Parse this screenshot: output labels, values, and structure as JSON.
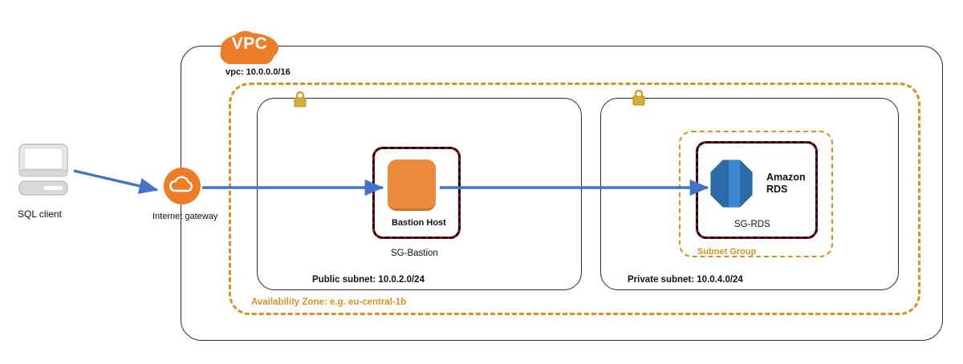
{
  "diagram": {
    "title": "AWS VPC bastion host to RDS architecture",
    "colors": {
      "aws_orange": "#ED8B3C",
      "az_dashed": "#d79223",
      "security_group_red": "#c00000",
      "arrow_blue": "#4472C4",
      "rds_blue": "#2E74B5",
      "container_black": "#2b2b2b",
      "lock_gold": "#C9A227"
    },
    "vpc": {
      "badge_label": "VPC",
      "cidr_label": "vpc: 10.0.0.0/16",
      "icon": "vpc-cloud-icon"
    },
    "availability_zone": {
      "label": "Availability Zone: e.g. eu-central-1b"
    },
    "subnets": [
      {
        "id": "public",
        "label": "Public subnet: 10.0.2.0/24",
        "lock_icon": "padlock-icon"
      },
      {
        "id": "private",
        "label": "Private subnet: 10.0.4.0/24",
        "lock_icon": "padlock-icon"
      }
    ],
    "subnet_group": {
      "label": "Subnet Group"
    },
    "security_groups": [
      {
        "id": "sg-bastion",
        "label": "SG-Bastion"
      },
      {
        "id": "sg-rds",
        "label": "SG-RDS"
      }
    ],
    "nodes": [
      {
        "id": "sql-client",
        "label": "SQL client",
        "icon": "computer-icon"
      },
      {
        "id": "internet-gateway",
        "label": "Internet gateway",
        "icon": "internet-gateway-cloud-icon"
      },
      {
        "id": "bastion-host",
        "label": "Bastion Host",
        "icon": "ec2-instance-icon"
      },
      {
        "id": "amazon-rds",
        "label_line1": "Amazon",
        "label_line2": "RDS",
        "icon": "amazon-rds-icon"
      }
    ],
    "connections": [
      {
        "from": "sql-client",
        "to": "internet-gateway",
        "style": "solid-arrow"
      },
      {
        "from": "internet-gateway",
        "to": "bastion-host",
        "style": "solid-arrow"
      },
      {
        "from": "bastion-host",
        "to": "amazon-rds",
        "style": "solid-arrow"
      }
    ]
  }
}
